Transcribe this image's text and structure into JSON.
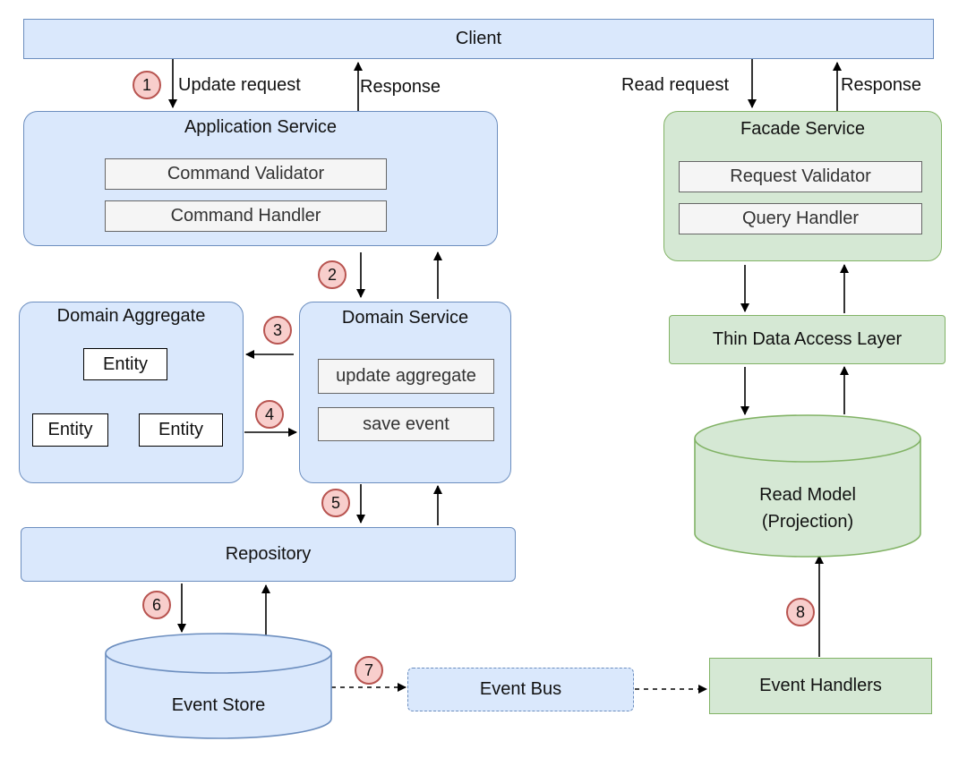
{
  "client": {
    "label": "Client"
  },
  "labels": {
    "update_request": "Update request",
    "response_left": "Response",
    "read_request": "Read request",
    "response_right": "Response"
  },
  "application_service": {
    "title": "Application Service",
    "items": [
      "Command Validator",
      "Command Handler"
    ]
  },
  "facade_service": {
    "title": "Facade Service",
    "items": [
      "Request Validator",
      "Query Handler"
    ]
  },
  "domain_aggregate": {
    "title": "Domain Aggregate",
    "entities": [
      "Entity",
      "Entity",
      "Entity"
    ]
  },
  "domain_service": {
    "title": "Domain Service",
    "items": [
      "update aggregate",
      "save event"
    ]
  },
  "thin_data_access_layer": {
    "label": "Thin Data Access Layer"
  },
  "read_model": {
    "line1": "Read Model",
    "line2": "(Projection)"
  },
  "repository": {
    "label": "Repository"
  },
  "event_store": {
    "label": "Event Store"
  },
  "event_bus": {
    "label": "Event Bus"
  },
  "event_handlers": {
    "label": "Event Handlers"
  },
  "steps": [
    "1",
    "2",
    "3",
    "4",
    "5",
    "6",
    "7",
    "8"
  ],
  "colors": {
    "blue_fill": "#dae8fc",
    "blue_stroke": "#6c8ebf",
    "green_fill": "#d5e8d4",
    "green_stroke": "#82b366",
    "badge_fill": "#f8cecc",
    "badge_stroke": "#b85450"
  }
}
